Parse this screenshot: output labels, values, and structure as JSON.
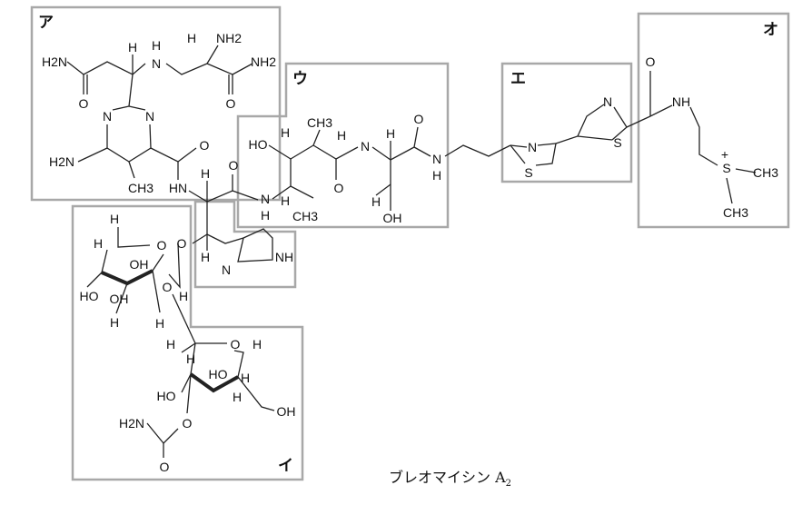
{
  "caption": {
    "name": "ブレオマイシン",
    "suffix": "A",
    "subscript": "2"
  },
  "box_labels": {
    "a": "ア",
    "i": "イ",
    "u": "ウ",
    "e": "エ",
    "o": "オ"
  },
  "atoms": [
    "H2N",
    "O",
    "H",
    "H",
    "N",
    "H",
    "NH2",
    "NH2",
    "O",
    "N",
    "N",
    "H2N",
    "CH3",
    "O",
    "HN",
    "H",
    "O",
    "N",
    "H",
    "HO",
    "H",
    "CH3",
    "H",
    "N",
    "H",
    "O",
    "H",
    "CH3",
    "O",
    "H",
    "OH",
    "N",
    "H",
    "N",
    "S",
    "N",
    "S",
    "O",
    "NH",
    "S",
    "+",
    "CH3",
    "CH3",
    "O",
    "H",
    "N",
    "NH",
    "H",
    "O",
    "OH",
    "H",
    "O",
    "HO",
    "OH",
    "H",
    "H",
    "H",
    "H",
    "O",
    "H",
    "H",
    "H",
    "HO",
    "HO",
    "H",
    "OH",
    "O",
    "H2N",
    "O"
  ]
}
